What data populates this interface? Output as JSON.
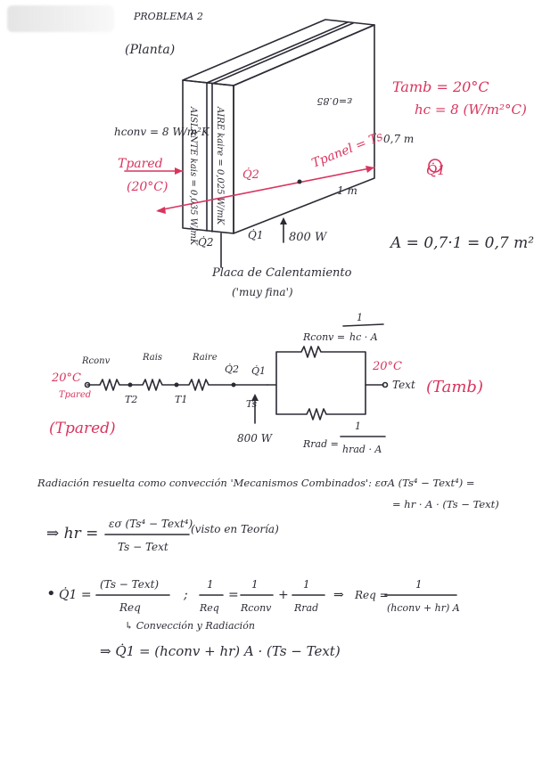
{
  "header": {
    "top_scrawl": "PROBLEMA 2",
    "subtitle": "(Planta)"
  },
  "panel_figure": {
    "ambient_temp": "Tamb = 20°C",
    "ambient_hc": "hc = 8 (W/m²°C)",
    "emissivity": "ε=0.85",
    "panel_temp": "Tpanel = Ts",
    "height": "0,7 m",
    "length": "1 m",
    "hconv_label": "hconv = 8 W/m²K",
    "layer_insulation": "AISLANTE  kais = 0,035 W/mK",
    "layer_air": "AIRE  kaire = 0,025 W/mK",
    "wall_temp_1": "Tpared",
    "wall_temp_2": "(20°C)",
    "q2_mid": "Q̇2",
    "q1_right": "Q̇1",
    "q2_bottom": "Q̇2",
    "q1_bottom": "Q̇1",
    "power": "800 W",
    "heating_plate": "Placa de Calentamiento",
    "heating_plate_note": "('muy fina')",
    "area": "A = 0,7·1 = 0,7 m²"
  },
  "circuit": {
    "r_conv_left": "Rconv",
    "r_ais": "Rais",
    "r_aire": "Raire",
    "r_conv_right": "Rconv =",
    "r_conv_formula_num": "1",
    "r_conv_formula_den": "hc · A",
    "r_rad": "Rrad =",
    "r_rad_formula_num": "1",
    "r_rad_formula_den": "hrad · A",
    "left_temp": "20°C",
    "left_temp_label": "Tpared",
    "left_temp_note": "(Tpared)",
    "node_t2": "T2",
    "node_t1": "T1",
    "node_ts": "Ts",
    "q2": "Q̇2",
    "q1": "Q̇1",
    "power": "800 W",
    "right_temp": "20°C",
    "right_label": "Text",
    "right_note": "(Tamb)"
  },
  "notes": {
    "line1": "Radiación resuelta como convección 'Mecanismos Combinados':  εσA (Ts⁴ − Text⁴) =",
    "line1b": "= hr · A · (Ts − Text)",
    "hr_label": "⇒ hr =",
    "hr_num": "εσ (Ts⁴ − Text⁴)",
    "hr_den": "Ts − Text",
    "hr_note": "(visto en Teoría)",
    "bullet": "•",
    "q1_label": "Q̇1 =",
    "q1_num": "(Ts − Text)",
    "q1_den": "Req",
    "req_label": "1",
    "req_den": "Req",
    "eq": "=",
    "rconv_num": "1",
    "rconv_den": "Rconv",
    "plus": "+",
    "rrad_num": "1",
    "rrad_den": "Rrad",
    "arrow": "⇒",
    "req_result_label": "Req =",
    "req_result_num": "1",
    "req_result_den": "(hconv + hr) A",
    "note_conv_rad": "↳ Convección y Radiación",
    "final": "⇒ Q̇1 = (hconv + hr) A · (Ts − Text)"
  }
}
